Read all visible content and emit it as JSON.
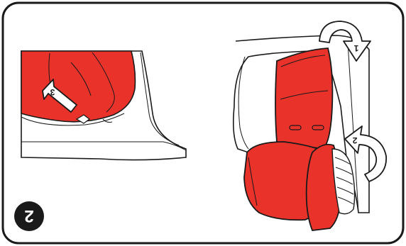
{
  "step_badge": {
    "label": "2"
  },
  "arrows": {
    "arrow_1": {
      "label": "1"
    },
    "arrow_2": {
      "label": "2"
    },
    "arrow_3": {
      "label": "3"
    }
  },
  "colors": {
    "accent_red": "#e8322a",
    "outline": "#1a1a1a",
    "background": "#ffffff",
    "badge": "#1a1a1a"
  }
}
